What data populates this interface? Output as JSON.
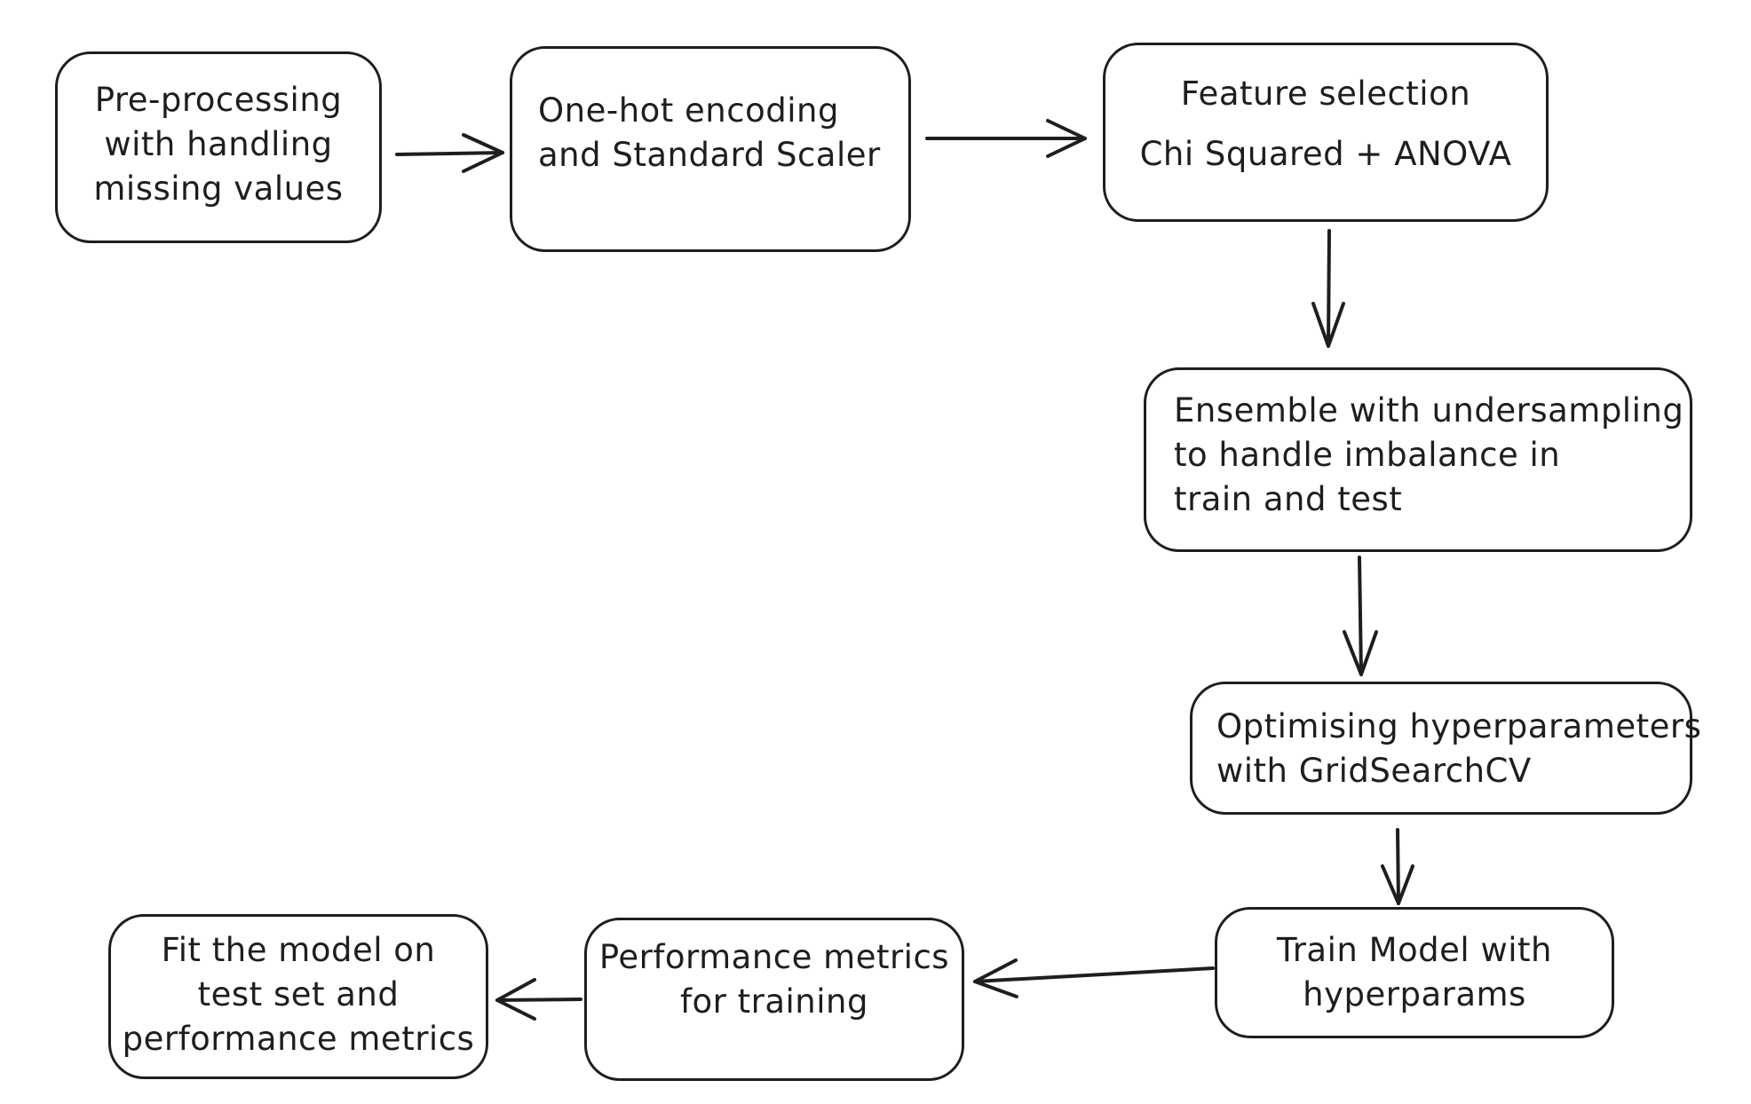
{
  "nodes": {
    "preprocessing": {
      "lines": [
        "Pre-processing",
        "with handling",
        "missing values"
      ]
    },
    "encoding": {
      "lines": [
        "One-hot encoding",
        "and Standard Scaler"
      ]
    },
    "feature_selection": {
      "lines": [
        "Feature selection",
        "Chi Squared + ANOVA"
      ]
    },
    "ensemble": {
      "lines": [
        "Ensemble with undersampling",
        "to handle imbalance in",
        "train and test"
      ]
    },
    "hyperparameters": {
      "lines": [
        "Optimising hyperparameters",
        "with GridSearchCV"
      ]
    },
    "train_model": {
      "lines": [
        "Train Model with",
        "hyperparams"
      ]
    },
    "performance_training": {
      "lines": [
        "Performance metrics",
        "for training"
      ]
    },
    "fit_test": {
      "lines": [
        "Fit the model on",
        "test set and",
        "performance metrics"
      ]
    }
  },
  "edges": [
    {
      "from": "preprocessing",
      "to": "encoding"
    },
    {
      "from": "encoding",
      "to": "feature_selection"
    },
    {
      "from": "feature_selection",
      "to": "ensemble"
    },
    {
      "from": "ensemble",
      "to": "hyperparameters"
    },
    {
      "from": "hyperparameters",
      "to": "train_model"
    },
    {
      "from": "train_model",
      "to": "performance_training"
    },
    {
      "from": "performance_training",
      "to": "fit_test"
    }
  ],
  "colors": {
    "stroke": "#1e1e1e",
    "background": "#ffffff"
  }
}
